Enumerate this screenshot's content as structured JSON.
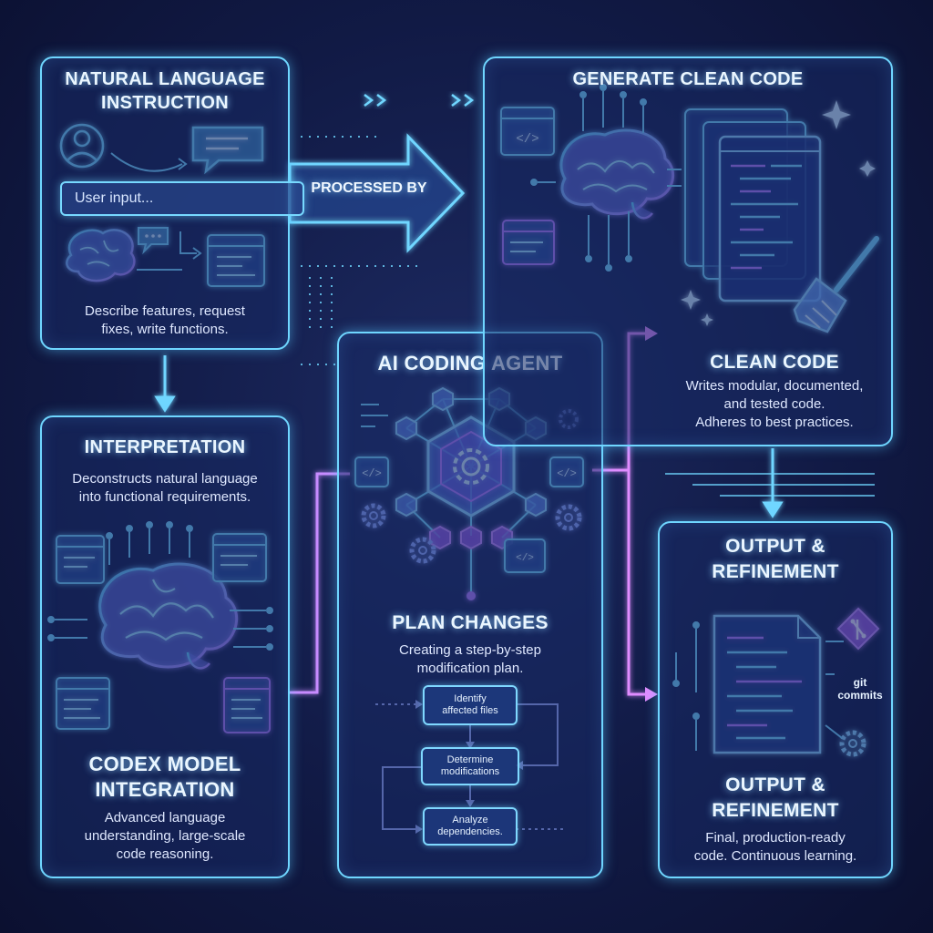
{
  "colors": {
    "background": "#111a45",
    "panel_border": "#6fd6ff",
    "accent_cyan": "#5fd8ff",
    "accent_violet": "#b37bff",
    "accent_pink": "#e08cff"
  },
  "panels": {
    "natural_language": {
      "title_line1": "NATURAL LANGUAGE",
      "title_line2": "INSTRUCTION",
      "input_placeholder": "User input...",
      "desc_line1": "Describe features, request",
      "desc_line2": "fixes, write functions."
    },
    "interpretation": {
      "title": "INTERPRETATION",
      "desc_line1": "Deconstructs natural language",
      "desc_line2": "into functional requirements.",
      "subtitle_line1": "CODEX MODEL",
      "subtitle_line2": "INTEGRATION",
      "sub_desc_line1": "Advanced language",
      "sub_desc_line2": "understanding, large-scale",
      "sub_desc_line3": "code reasoning."
    },
    "agent": {
      "title": "AI CODING AGENT",
      "subtitle": "PLAN CHANGES",
      "desc_line1": "Creating a step-by-step",
      "desc_line2": "modification plan.",
      "steps": [
        {
          "line1": "Identify",
          "line2": "affected files"
        },
        {
          "line1": "Determine",
          "line2": "modifications"
        },
        {
          "line1": "Analyze",
          "line2": "dependencies."
        }
      ]
    },
    "generate": {
      "title": "GENERATE CLEAN CODE",
      "subtitle": "CLEAN CODE",
      "desc_line1": "Writes modular, documented,",
      "desc_line2": "and tested code.",
      "desc_line3": "Adheres to best practices."
    },
    "output": {
      "title_line1": "OUTPUT &",
      "title_line2": "REFINEMENT",
      "git_line1": "git",
      "git_line2": "commits",
      "subtitle_line1": "OUTPUT &",
      "subtitle_line2": "REFINEMENT",
      "desc_line1": "Final, production-ready",
      "desc_line2": "code. Continuous learning."
    }
  },
  "connectors": {
    "processed_by": "PROCESSED BY"
  },
  "icons": {
    "user": "user-avatar-icon",
    "chat": "chat-bubble-icon",
    "brain": "brain-icon",
    "code_window": "code-window-icon",
    "gear": "gear-icon",
    "broom": "broom-icon",
    "sparkle": "sparkle-icon",
    "git": "git-icon",
    "document": "document-icon",
    "network": "hexagon-network-icon"
  }
}
